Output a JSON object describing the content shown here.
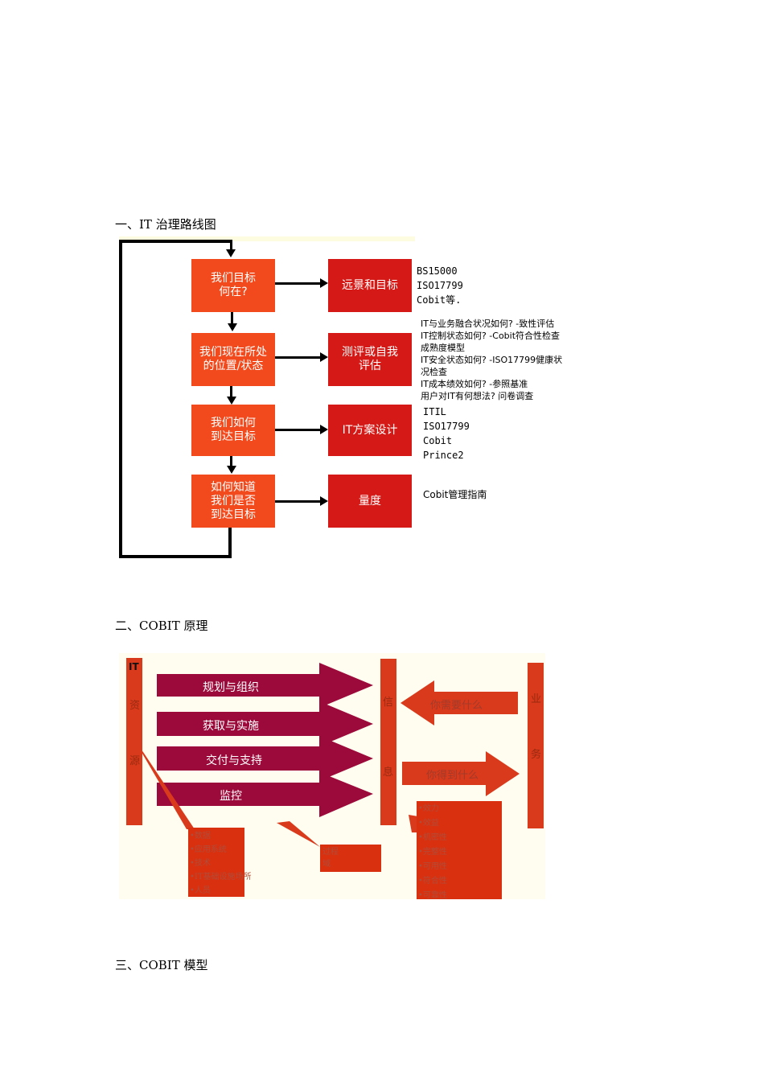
{
  "section1": {
    "heading": "一、IT 治理路线图",
    "steps": [
      {
        "question": "我们目标\n何在?",
        "action": "远景和目标"
      },
      {
        "question": "我们现在所处\n的位置/状态",
        "action": "测评或自我\n评估"
      },
      {
        "question": "我们如何\n到达目标",
        "action": "IT方案设计"
      },
      {
        "question": "如何知道\n我们是否\n到达目标",
        "action": "量度"
      }
    ],
    "notes": {
      "standards1": "BS15000\nISO17799\nCobit等.",
      "assessment": [
        "IT与业务融合状况如何? -致性评估",
        "IT控制状态如何? -Cobit符合性检查",
        "成熟度模型",
        "IT安全状态如何? -ISO17799健康状",
        "况检查",
        "IT成本绩效如何? -参照基准",
        "用户对IT有何想法? 问卷调查"
      ],
      "standards3": "ITIL\nISO17799\nCobit\nPrince2",
      "standards4": "Cobit管理指南"
    }
  },
  "section2": {
    "heading": "二、COBIT 原理",
    "it_resources_chars": [
      "IT",
      "资",
      "源"
    ],
    "processes": [
      "规划与组织",
      "获取与实施",
      "交付与支持",
      "监控"
    ],
    "info_chars": [
      "信",
      "息"
    ],
    "business_chars": [
      "业",
      "务"
    ],
    "need_label": "你需要什么",
    "get_label": "你得到什么",
    "resources_list": [
      "•数据",
      "•应用系统",
      "•技术",
      "•IT基础设施场所",
      "•人员"
    ],
    "process_box": [
      "过程",
      "域"
    ],
    "criteria_list": [
      "•效力",
      "•效益",
      "•机密性",
      "•完整性",
      "•可用性",
      "•符合性",
      "•可靠性"
    ],
    "colors": {
      "arrow": "#9b0a3a",
      "column": "#d93a1c"
    }
  },
  "section3": {
    "heading": "三、COBIT 模型"
  }
}
